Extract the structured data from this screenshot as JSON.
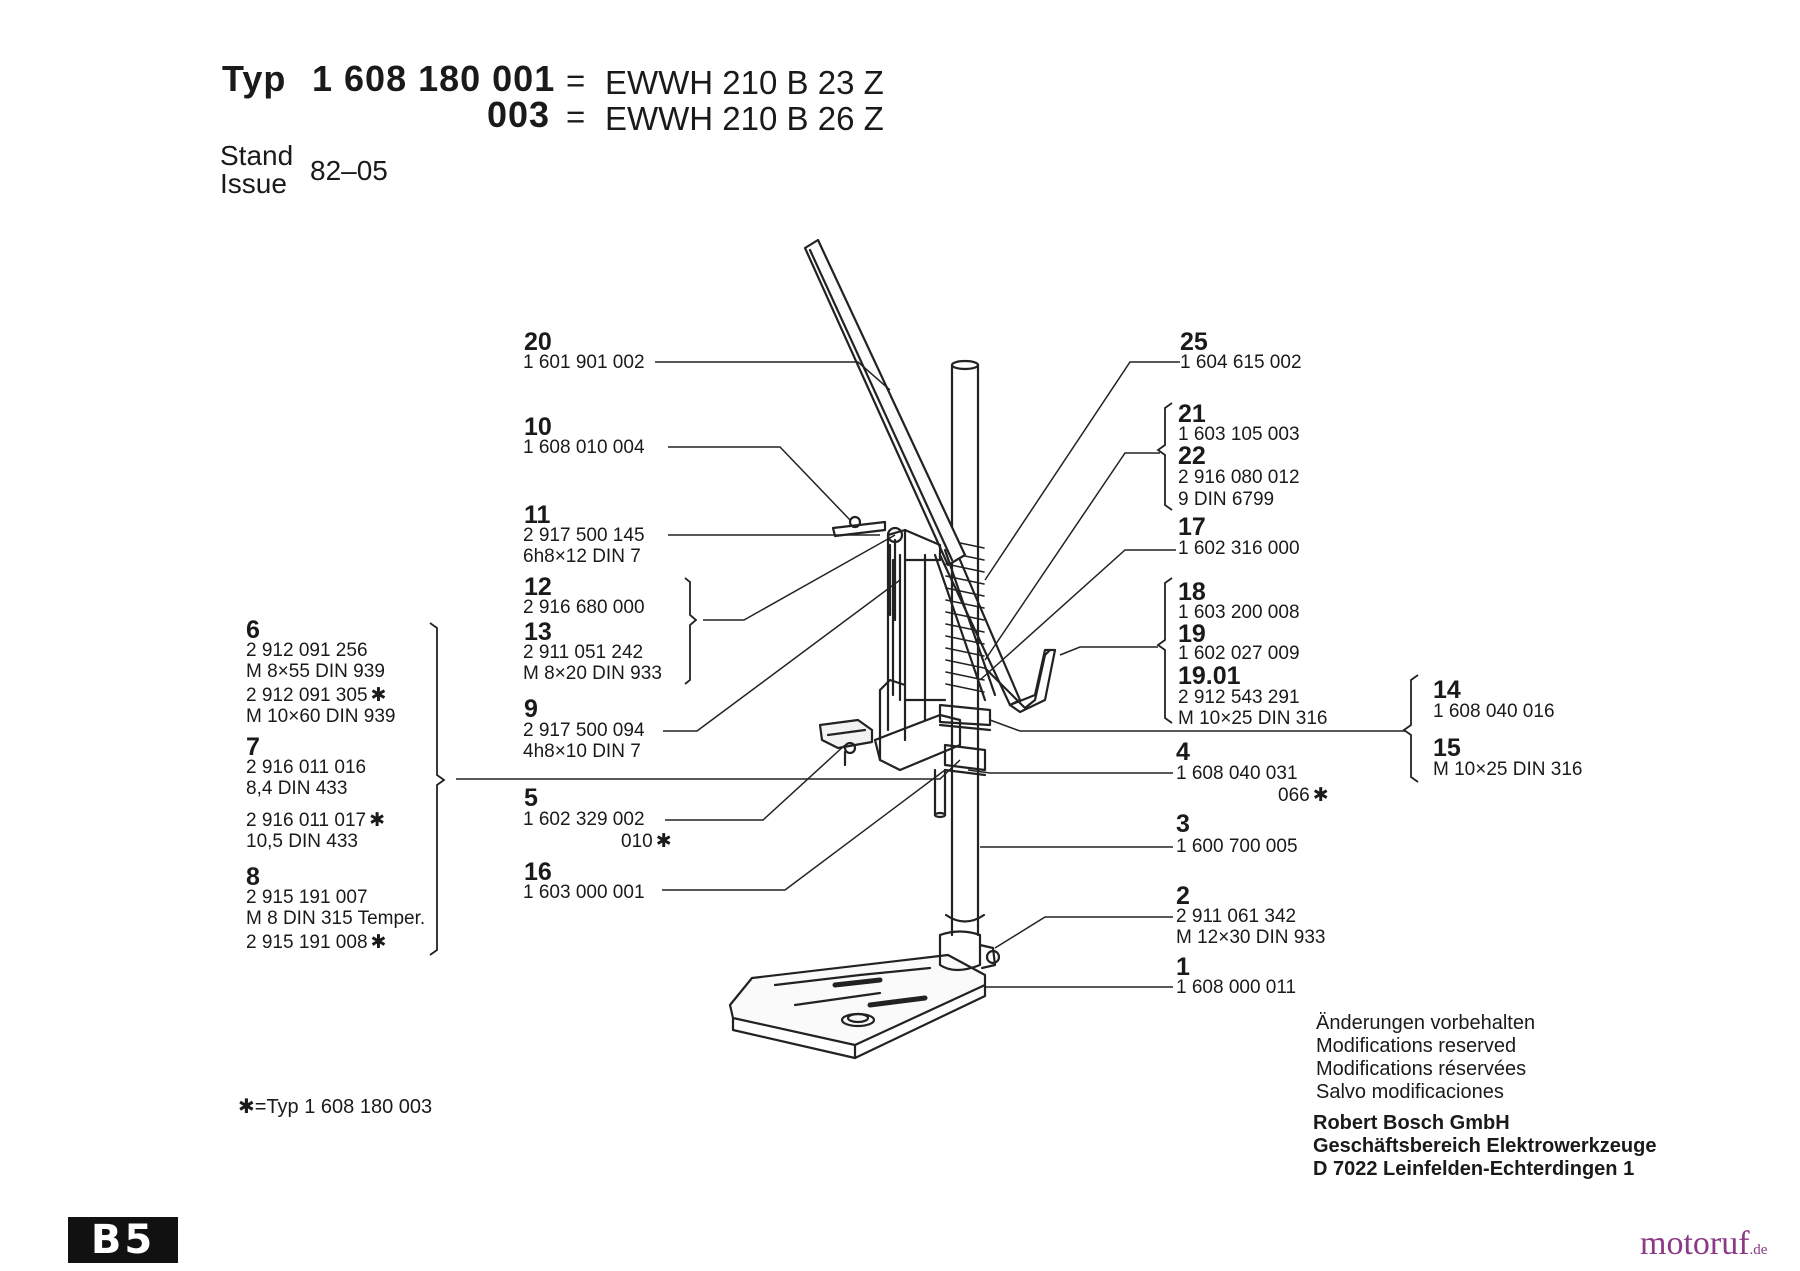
{
  "header": {
    "typ_label": "Typ",
    "typ_number": "1 608 180 001",
    "variant_code": "003",
    "equals": "=",
    "model_1": "EWWH 210 B 23 Z",
    "model_2": "EWWH 210 B 26 Z",
    "stand_label": "Stand",
    "issue_label": "Issue",
    "issue_value": "82–05"
  },
  "parts": {
    "p20": {
      "num": "20",
      "line1": "1 601 901 002"
    },
    "p10": {
      "num": "10",
      "line1": "1 608 010 004"
    },
    "p11": {
      "num": "11",
      "line1": "2 917 500 145",
      "line2": "6h8×12 DIN 7"
    },
    "p12": {
      "num": "12",
      "line1": "2 916 680 000"
    },
    "p13": {
      "num": "13",
      "line1": "2 911 051 242",
      "line2": "M 8×20 DIN 933"
    },
    "p9": {
      "num": "9",
      "line1": "2 917 500 094",
      "line2": "4h8×10 DIN 7"
    },
    "p5": {
      "num": "5",
      "line1": "1 602 329 002",
      "line2": "010"
    },
    "p16": {
      "num": "16",
      "line1": "1 603 000 001"
    },
    "p6": {
      "num": "6",
      "line1": "2 912 091 256",
      "line2": "M 8×55 DIN 939",
      "line3": "2 912 091 305",
      "line4": "M 10×60 DIN 939"
    },
    "p7": {
      "num": "7",
      "line1": "2 916 011 016",
      "line2": "8,4 DIN 433",
      "line3": "2 916 011 017",
      "line4": "10,5 DIN 433"
    },
    "p8": {
      "num": "8",
      "line1": "2 915 191 007",
      "line2": "M 8 DIN 315 Temper.",
      "line3": "2 915 191 008"
    },
    "p25": {
      "num": "25",
      "line1": "1 604 615 002"
    },
    "p21": {
      "num": "21",
      "line1": "1 603 105 003"
    },
    "p22": {
      "num": "22",
      "line1": "2 916 080 012",
      "line2": "9 DIN 6799"
    },
    "p17": {
      "num": "17",
      "line1": "1 602 316 000"
    },
    "p18": {
      "num": "18",
      "line1": "1 603 200 008"
    },
    "p19": {
      "num": "19",
      "line1": "1 602 027 009"
    },
    "p1901": {
      "num": "19.01",
      "line1": "2 912 543 291",
      "line2": "M 10×25 DIN 316"
    },
    "p14": {
      "num": "14",
      "line1": "1 608 040 016"
    },
    "p15": {
      "num": "15",
      "line1": "M 10×25 DIN 316"
    },
    "p4": {
      "num": "4",
      "line1": "1 608 040 031",
      "line2": "066"
    },
    "p3": {
      "num": "3",
      "line1": "1 600 700 005"
    },
    "p2": {
      "num": "2",
      "line1": "2 911 061 342",
      "line2": "M 12×30 DIN 933"
    },
    "p1": {
      "num": "1",
      "line1": "1 608 000 011"
    }
  },
  "star_glyph": "✱",
  "footnote": {
    "text": "=Typ  1 608 180 003"
  },
  "notes": {
    "line1": "Änderungen vorbehalten",
    "line2": "Modifications reserved",
    "line3": "Modifications réservées",
    "line4": "Salvo modificaciones"
  },
  "company": {
    "line1": "Robert Bosch GmbH",
    "line2": "Geschäftsbereich Elektrowerkzeuge",
    "line3": "D 7022 Leinfelden-Echterdingen 1"
  },
  "page_badge": "B5",
  "watermark": {
    "main": "motoruf",
    "tld": ".de"
  }
}
